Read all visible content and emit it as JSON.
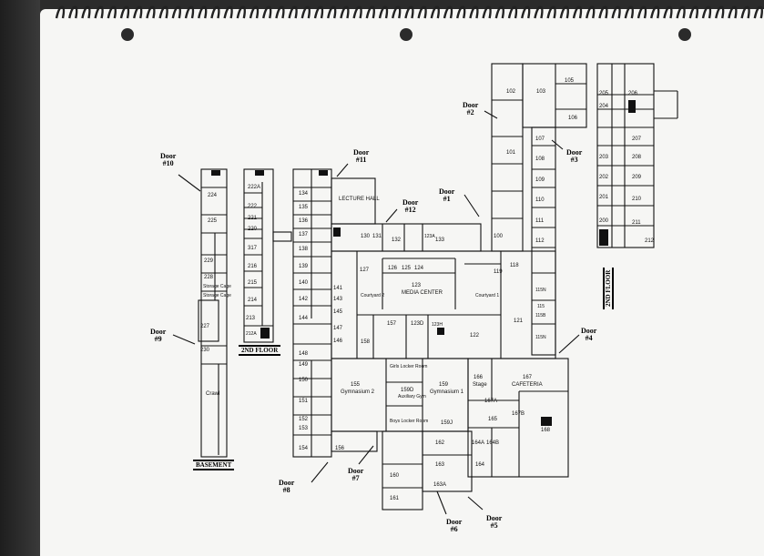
{
  "doors": [
    {
      "id": "door-10",
      "line1": "Door",
      "line2": "#10"
    },
    {
      "id": "door-11",
      "line1": "Door",
      "line2": "#11"
    },
    {
      "id": "door-12",
      "line1": "Door",
      "line2": "#12"
    },
    {
      "id": "door-1",
      "line1": "Door",
      "line2": "#1"
    },
    {
      "id": "door-2",
      "line1": "Door",
      "line2": "#2"
    },
    {
      "id": "door-3",
      "line1": "Door",
      "line2": "#3"
    },
    {
      "id": "door-4",
      "line1": "Door",
      "line2": "#4"
    },
    {
      "id": "door-5",
      "line1": "Door",
      "line2": "#5"
    },
    {
      "id": "door-6",
      "line1": "Door",
      "line2": "#6"
    },
    {
      "id": "door-7",
      "line1": "Door",
      "line2": "#7"
    },
    {
      "id": "door-8",
      "line1": "Door",
      "line2": "#8"
    },
    {
      "id": "door-9",
      "line1": "Door",
      "line2": "#9"
    }
  ],
  "floor_labels": {
    "basement": "BASEMENT",
    "second_floor_left": "2ND FLOOR",
    "second_floor_right": "2ND FLOOR"
  },
  "rooms": {
    "basement": [
      "224",
      "225",
      "229",
      "228",
      "Storage Cage",
      "Storage Cage",
      "227",
      "230",
      "Crawl"
    ],
    "second_left": [
      "222A",
      "222",
      "221",
      "220",
      "317",
      "216",
      "215",
      "214",
      "213",
      "212A"
    ],
    "west_wing": [
      "134",
      "135",
      "136",
      "137",
      "138",
      "139",
      "140",
      "142",
      "141",
      "143",
      "144",
      "145",
      "147",
      "146",
      "148",
      "149",
      "150",
      "151",
      "152",
      "153",
      "154"
    ],
    "center": [
      "LECTURE HALL",
      "130",
      "131",
      "132",
      "123A",
      "133",
      "127",
      "126",
      "125",
      "124",
      "123",
      "MEDIA CENTER",
      "Courtyard 2",
      "Courtyard 1",
      "157",
      "123D",
      "123H",
      "158",
      "122",
      "118",
      "119",
      "121"
    ],
    "gyms": [
      "155",
      "Gymnasium 2",
      "Girls Locker Room",
      "Boys Locker Room",
      "159D",
      "Auxiliary Gym",
      "159",
      "Gymnasium 1",
      "159J",
      "156"
    ],
    "south": [
      "160",
      "161",
      "162",
      "163",
      "163A",
      "164",
      "164A",
      "164B",
      "165",
      "166",
      "Stage",
      "167",
      "CAFETERIA",
      "167A",
      "167B",
      "168"
    ],
    "east_wing": [
      "102",
      "103",
      "105",
      "106",
      "101",
      "107",
      "108",
      "109",
      "110",
      "111",
      "112",
      "100",
      "115N",
      "115",
      "115B",
      "115N"
    ],
    "second_right": [
      "205",
      "206",
      "204",
      "207",
      "203",
      "208",
      "202",
      "209",
      "201",
      "210",
      "200",
      "211",
      "212"
    ]
  }
}
